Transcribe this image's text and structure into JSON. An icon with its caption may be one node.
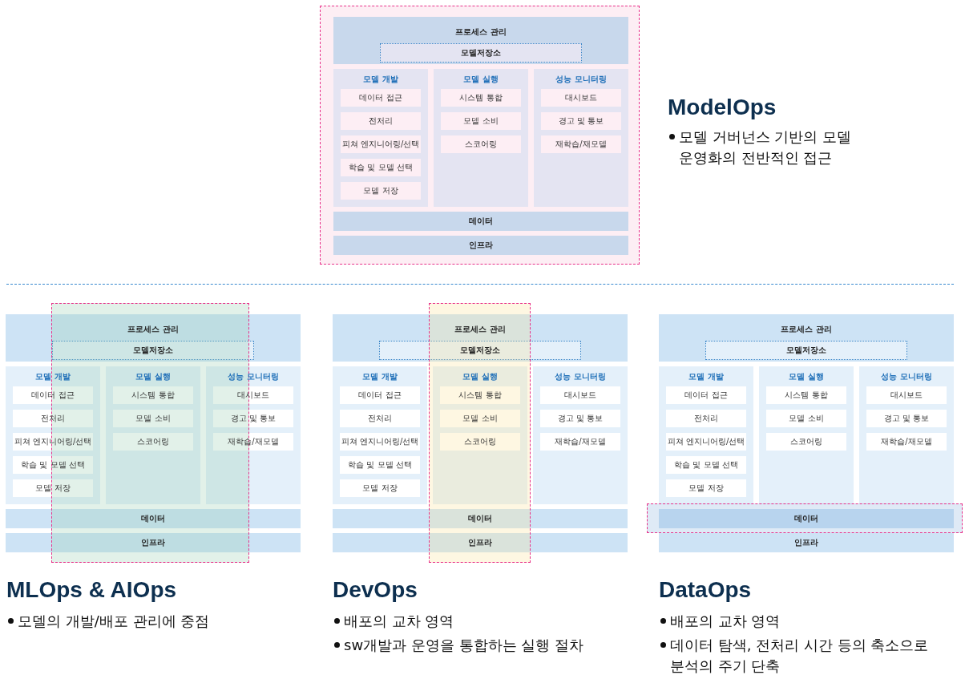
{
  "diagram": {
    "nodes": [
      {
        "text": [],
        "shape": "box"
      },
      {
        "text": [
          "프로세스 관리"
        ],
        "in": 0
      },
      {
        "text": [
          "모델저장소"
        ],
        "in": 1
      },
      {
        "text": [
          "모델 개발"
        ],
        "in": 0
      },
      {
        "text": [
          "데이터 접근"
        ],
        "in": 3
      },
      {
        "text": [
          "전처리"
        ],
        "in": 3
      },
      {
        "text": [
          "피쳐 엔지니어링/선택"
        ],
        "in": 3
      },
      {
        "text": [
          "학습 및 모델 선택"
        ],
        "in": 3
      },
      {
        "text": [
          "모델 저장"
        ],
        "in": 3
      },
      {
        "text": [
          "모델 실행"
        ],
        "in": 0
      },
      {
        "text": [
          "시스템 통합"
        ],
        "in": 9
      },
      {
        "text": [
          "모델 소비"
        ],
        "in": 9
      },
      {
        "text": [
          "스코어링"
        ],
        "in": 9
      },
      {
        "text": [
          "성능 모니터링"
        ],
        "in": 0
      },
      {
        "text": [
          "대시보드"
        ],
        "in": 13
      },
      {
        "text": [
          "경고 및 통보"
        ],
        "in": 13
      },
      {
        "text": [
          "재학습/재모델"
        ],
        "in": 13
      },
      {
        "text": [
          "데이터"
        ],
        "in": 0
      },
      {
        "text": [
          "인프라"
        ],
        "in": 0
      },
      {
        "text": [
          "프로세스 관리"
        ]
      },
      {
        "text": [
          "모델저장소"
        ],
        "in": 19
      },
      {
        "text": [
          "모델 개발"
        ]
      },
      {
        "text": [
          "데이터 접근"
        ],
        "in": 21
      },
      {
        "text": [
          "전처리"
        ],
        "in": 21
      },
      {
        "text": [
          "피쳐 엔지니어링/선택"
        ],
        "in": 21
      },
      {
        "text": [
          "학습 및 모델 선택"
        ],
        "in": 21
      },
      {
        "text": [
          "모델 저장"
        ],
        "in": 21
      },
      {
        "text": [
          "모델 실행"
        ]
      },
      {
        "text": [
          "시스템 통합"
        ],
        "in": 27
      },
      {
        "text": [
          "모델 소비"
        ],
        "in": 27
      },
      {
        "text": [
          "스코어링"
        ],
        "in": 27
      },
      {
        "text": [
          "성능 모니터링"
        ]
      },
      {
        "text": [
          "대시보드"
        ],
        "in": 31
      },
      {
        "text": [
          "경고 및 통보"
        ],
        "in": 31
      },
      {
        "text": [
          "재학습/재모델"
        ],
        "in": 31
      },
      {
        "text": [
          "데이터"
        ]
      },
      {
        "text": [
          "인프라"
        ]
      },
      {
        "text": [
          "프로세스 관리"
        ]
      },
      {
        "text": [
          "모델저장소"
        ],
        "in": 37
      },
      {
        "text": [
          "모델 개발"
        ]
      },
      {
        "text": [
          "데이터 접근"
        ],
        "in": 39
      },
      {
        "text": [
          "전처리"
        ],
        "in": 39
      },
      {
        "text": [
          "피쳐 엔지니어링/선택"
        ],
        "in": 39
      },
      {
        "text": [
          "학습 및 모델 선택"
        ],
        "in": 39
      },
      {
        "text": [
          "모델 저장"
        ],
        "in": 39
      },
      {
        "text": [
          "모델 실행"
        ]
      },
      {
        "text": [
          "시스템 통합"
        ],
        "in": 45
      },
      {
        "text": [
          "모델 소비"
        ],
        "in": 45
      },
      {
        "text": [
          "스코어링"
        ],
        "in": 45
      },
      {
        "text": [
          "성능 모니터링"
        ]
      },
      {
        "text": [
          "대시보드"
        ],
        "in": 49
      },
      {
        "text": [
          "경고 및 통보"
        ],
        "in": 49
      },
      {
        "text": [
          "재학습/재모델"
        ],
        "in": 49
      },
      {
        "text": [
          "데이터"
        ]
      },
      {
        "text": [
          "인프라"
        ]
      },
      {
        "text": [
          "프로세스 관리"
        ]
      },
      {
        "text": [
          "모델저장소"
        ],
        "in": 55
      },
      {
        "text": [
          "모델 개발"
        ]
      },
      {
        "text": [
          "데이터 접근"
        ],
        "in": 57
      },
      {
        "text": [
          "전처리"
        ],
        "in": 57
      },
      {
        "text": [
          "피쳐 엔지니어링/선택"
        ],
        "in": 57
      },
      {
        "text": [
          "학습 및 모델 선택"
        ],
        "in": 57
      },
      {
        "text": [
          "모델 저장"
        ],
        "in": 57
      },
      {
        "text": [
          "모델 실행"
        ]
      },
      {
        "text": [
          "시스템 통합"
        ],
        "in": 63
      },
      {
        "text": [
          "모델 소비"
        ],
        "in": 63
      },
      {
        "text": [
          "스코어링"
        ],
        "in": 63
      },
      {
        "text": [
          "성능 모니터링"
        ]
      },
      {
        "text": [
          "대시보드"
        ],
        "in": 67
      },
      {
        "text": [
          "경고 및 통보"
        ],
        "in": 67
      },
      {
        "text": [
          "재학습/재모델"
        ],
        "in": 67
      },
      {
        "text": [
          "데이터"
        ]
      },
      {
        "text": [
          "인프라"
        ]
      }
    ],
    "labels": [
      "ModelOps",
      "모델 거버넌스 기반의 모델 운영화의 전반적인 접근",
      "MLOps & AIOps",
      "모델의 개발/배포 관리에 중점",
      "DevOps",
      "배포의 교차 영역",
      "sw개발과 운영을 통합하는 실행 절차",
      "DataOps",
      "배포의 교차 영역",
      "데이터 탐색, 전처리 시간 등의 축소으로 분석의 주기 단축"
    ]
  }
}
